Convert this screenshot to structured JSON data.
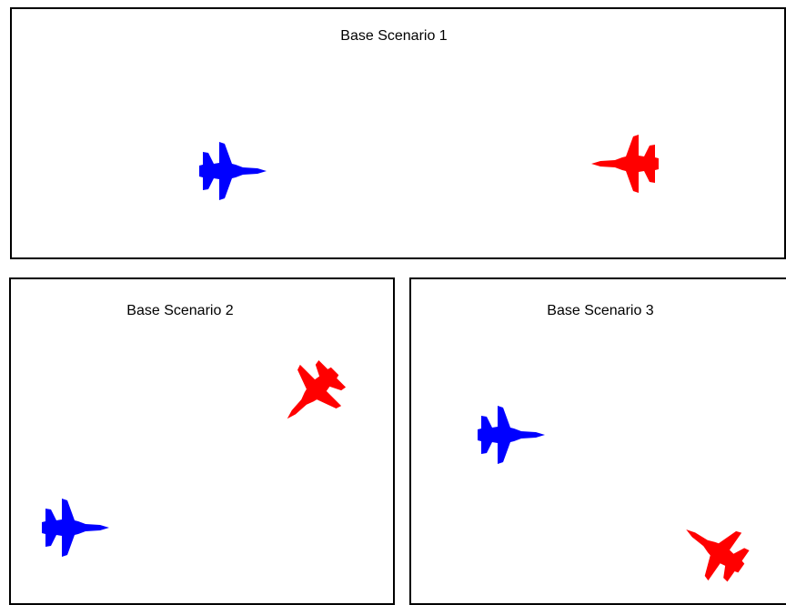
{
  "colors": {
    "blue_aircraft": "#0000ff",
    "red_aircraft": "#ff0000"
  },
  "icons": {
    "aircraft": "fighter-jet-icon"
  },
  "scenarios": [
    {
      "title": "Base Scenario 1"
    },
    {
      "title": "Base Scenario 2"
    },
    {
      "title": "Base Scenario 3"
    }
  ]
}
